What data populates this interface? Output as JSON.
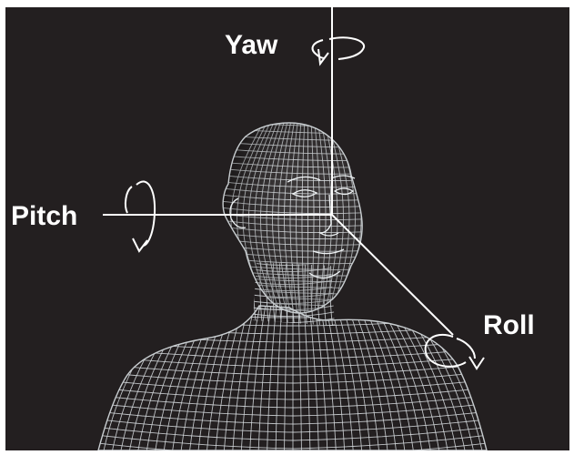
{
  "diagram": {
    "labels": {
      "yaw": "Yaw",
      "pitch": "Pitch",
      "roll": "Roll"
    },
    "subject": "wireframe-head-and-shoulders",
    "colors": {
      "frame": "#ffffff",
      "background": "#231f20",
      "wireframe": "#d8dde0",
      "axis": "#ffffff",
      "label": "#ffffff"
    },
    "icons": {
      "yaw": "rotation-arrow-horizontal-icon",
      "pitch": "rotation-arrow-vertical-icon",
      "roll": "rotation-arrow-circular-icon"
    }
  }
}
